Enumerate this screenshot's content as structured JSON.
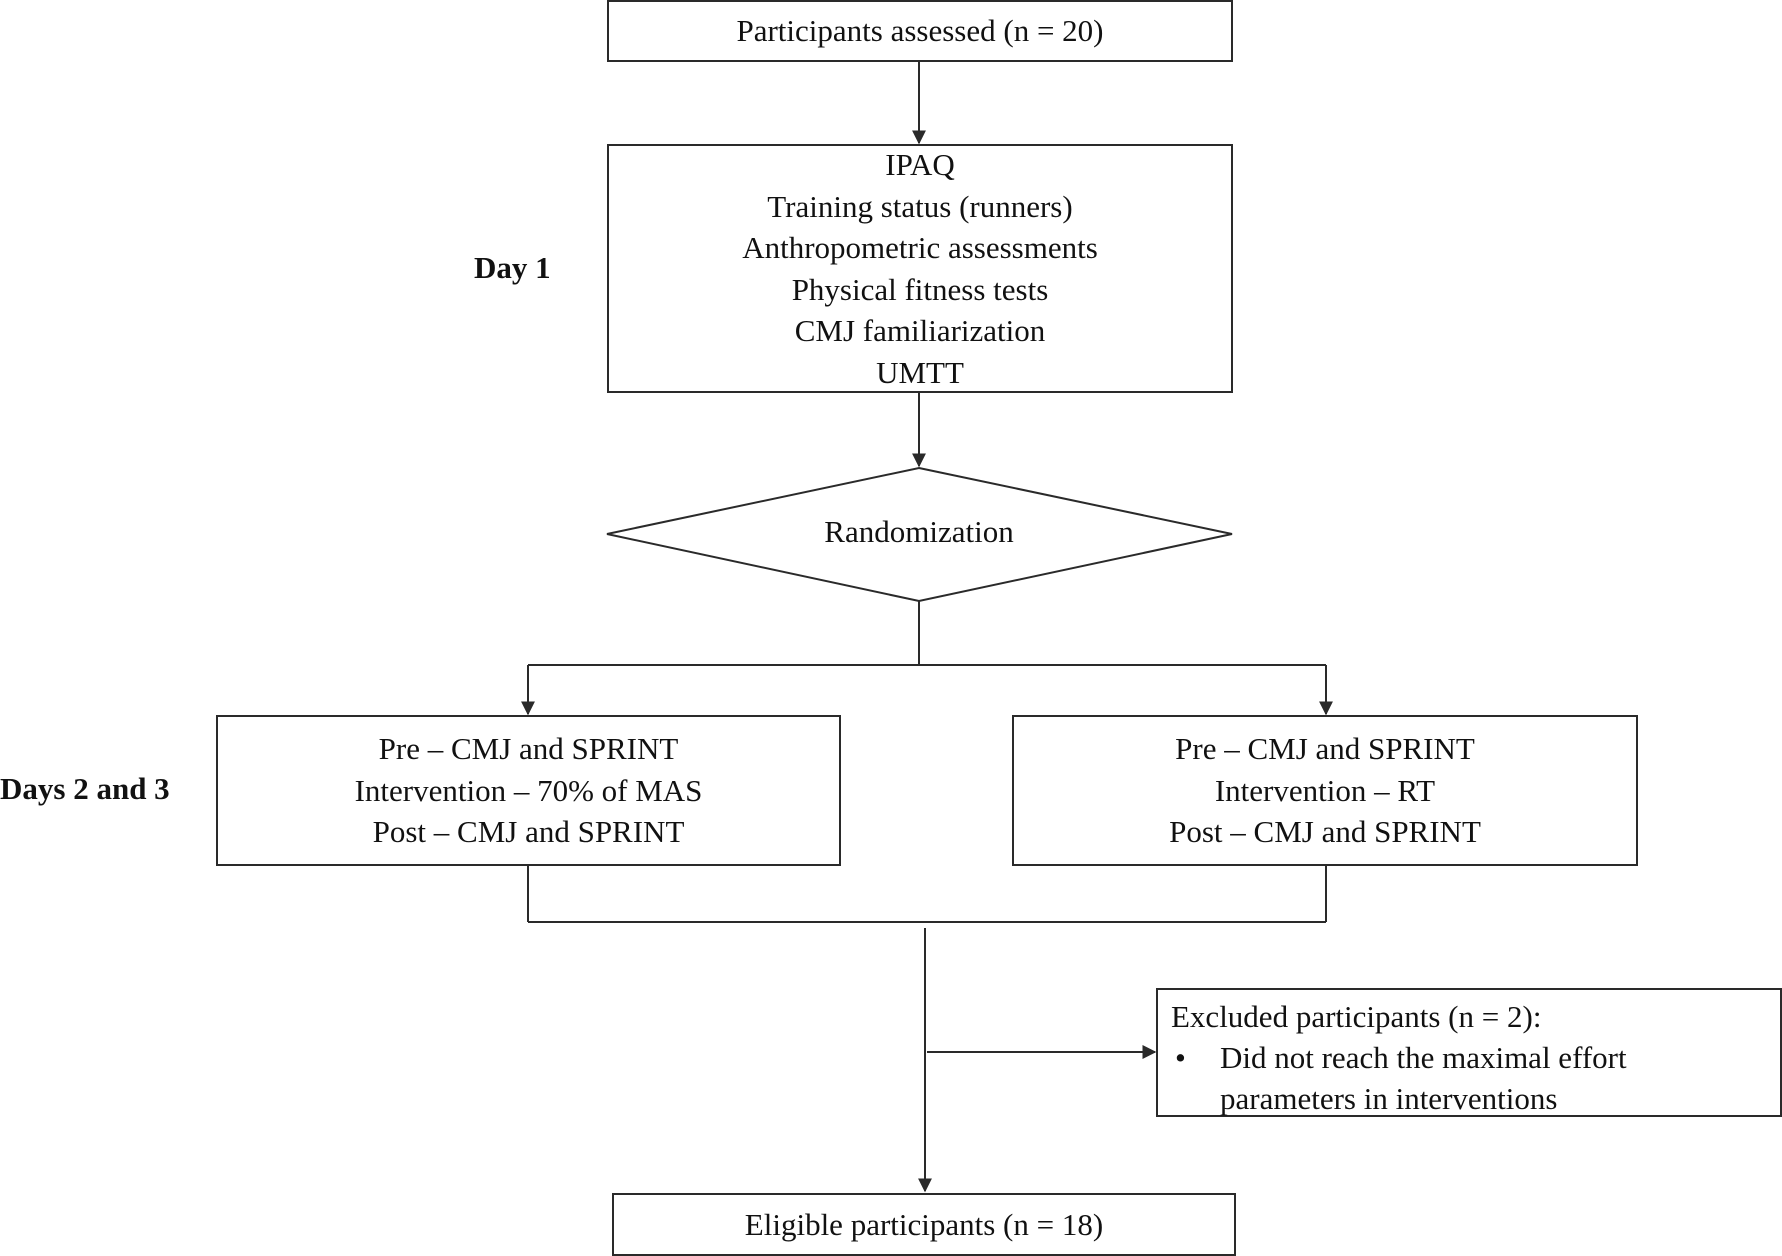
{
  "nodes": {
    "assessed": {
      "text": "Participants assessed (n = 20)"
    },
    "day1_box": {
      "lines": [
        "IPAQ",
        "Training status (runners)",
        "Anthropometric assessments",
        "Physical fitness tests",
        "CMJ familiarization",
        "UMTT"
      ]
    },
    "randomization": {
      "text": "Randomization"
    },
    "arm_left": {
      "lines": [
        "Pre – CMJ and SPRINT",
        "Intervention – 70% of MAS",
        "Post – CMJ and SPRINT"
      ]
    },
    "arm_right": {
      "lines": [
        "Pre – CMJ and SPRINT",
        "Intervention – RT",
        "Post – CMJ and SPRINT"
      ]
    },
    "excluded": {
      "title": "Excluded participants (n = 2):",
      "bullet": "•",
      "item_line1": "Did not reach the maximal effort",
      "item_line2": "parameters in interventions"
    },
    "eligible": {
      "text": "Eligible participants (n = 18)"
    }
  },
  "phase_labels": {
    "day1": "Day 1",
    "days2_3": "Days 2 and 3"
  },
  "colors": {
    "line": "#2a2a2a",
    "background": "#ffffff",
    "text": "#111111"
  }
}
